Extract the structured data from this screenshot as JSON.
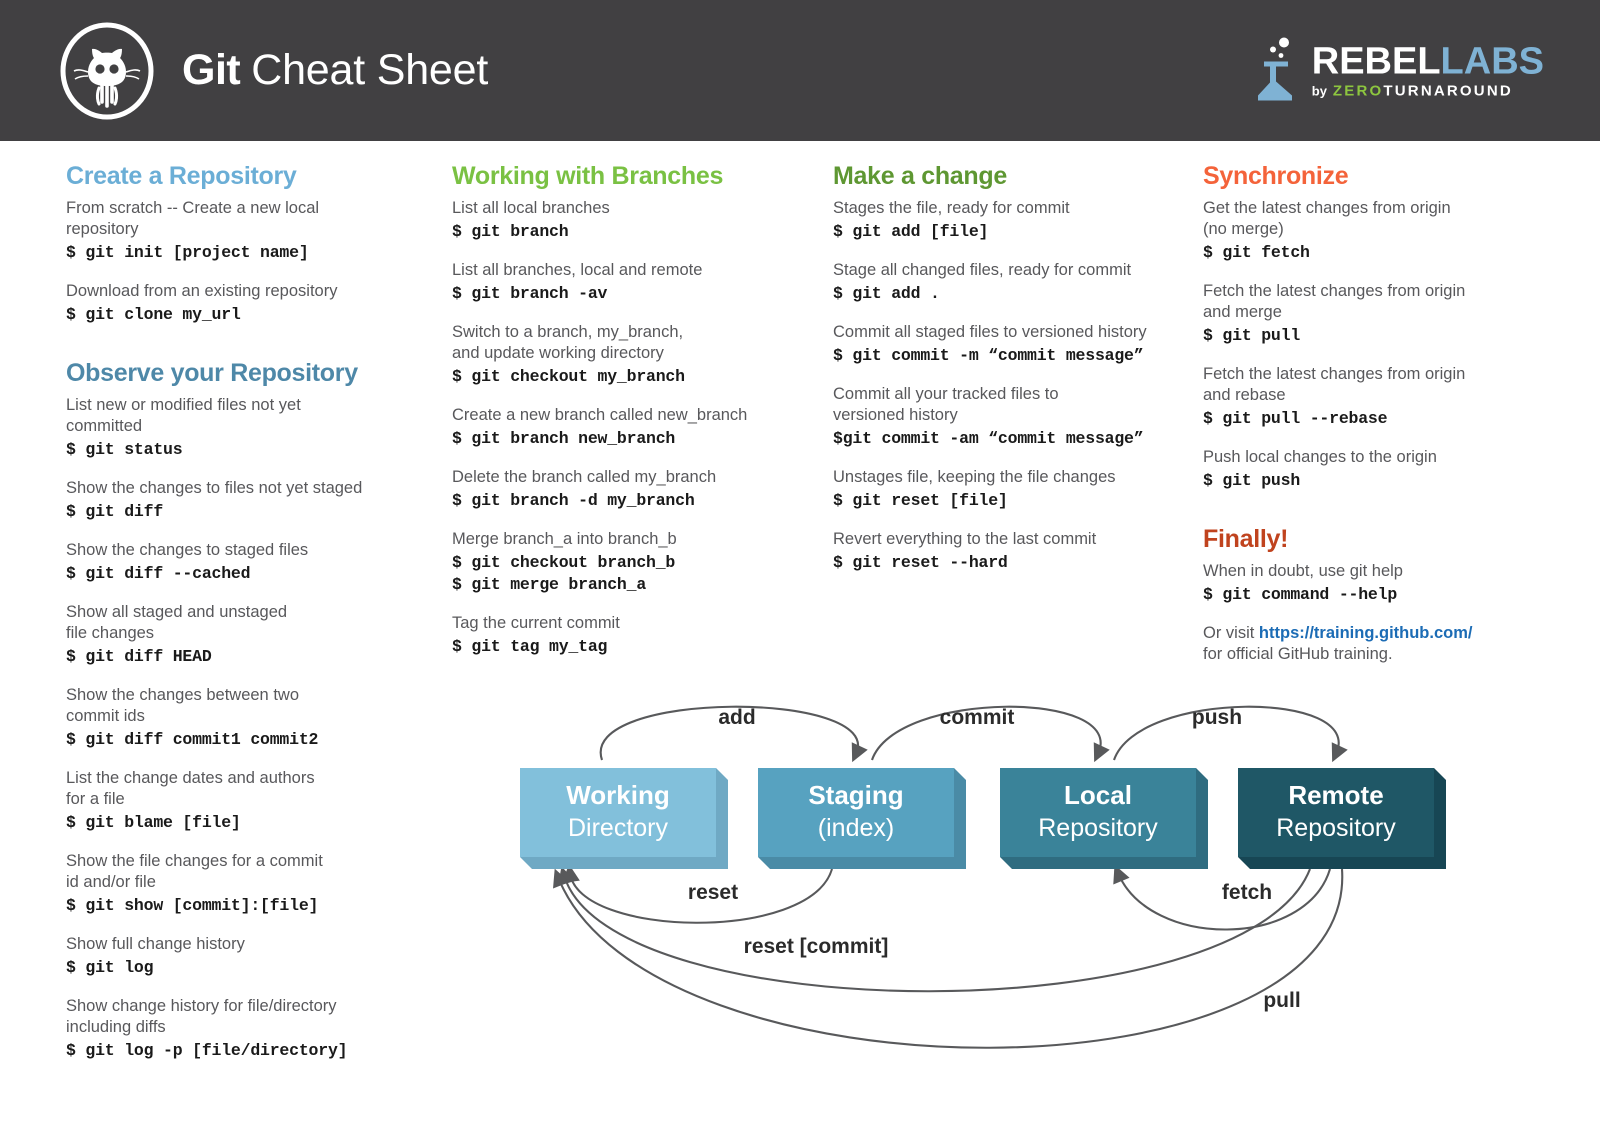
{
  "header": {
    "title_bold": "Git",
    "title_rest": "Cheat Sheet",
    "logo_icon": "octocat-icon",
    "brand": {
      "flask_icon": "flask-icon",
      "part1": "REBEL",
      "part2": "LABS",
      "by": "by",
      "zero": "ZERO",
      "turnaround": "TURNAROUND"
    },
    "bg_color": "#414042"
  },
  "colors": {
    "heading_create": "#6BAED6",
    "heading_observe": "#4E88A8",
    "heading_branches": "#7AC143",
    "heading_change": "#5E9732",
    "heading_sync": "#F4633A",
    "heading_finally": "#C0431E",
    "link": "#1C6CB5",
    "desc": "#58585B",
    "cmd": "#1A1A1A"
  },
  "columns": [
    {
      "sections": [
        {
          "title": "Create a Repository",
          "color_key": "heading_create",
          "entries": [
            {
              "desc": "From scratch -- Create a new local\nrepository",
              "cmds": [
                "$ git init [project name]"
              ]
            },
            {
              "desc": "Download from an existing repository",
              "cmds": [
                "$ git clone my_url"
              ]
            }
          ]
        },
        {
          "title": "Observe your Repository",
          "color_key": "heading_observe",
          "entries": [
            {
              "desc": "List new or modified files not yet\ncommitted",
              "cmds": [
                "$ git status"
              ]
            },
            {
              "desc": "Show the changes to files not yet staged",
              "cmds": [
                "$ git diff"
              ]
            },
            {
              "desc": "Show the changes to staged files",
              "cmds": [
                "$ git diff --cached"
              ]
            },
            {
              "desc": "Show all staged and unstaged\nfile changes",
              "cmds": [
                "$ git diff HEAD"
              ]
            },
            {
              "desc": "Show the changes between two\ncommit ids",
              "cmds": [
                "$ git diff commit1 commit2"
              ]
            },
            {
              "desc": "List the change dates and authors\nfor a file",
              "cmds": [
                "$ git blame [file]"
              ]
            },
            {
              "desc": "Show the file changes for a commit\nid and/or file",
              "cmds": [
                "$ git show [commit]:[file]"
              ]
            },
            {
              "desc": "Show full change history",
              "cmds": [
                "$ git log"
              ]
            },
            {
              "desc": "Show change history for file/directory\nincluding diffs",
              "cmds": [
                "$ git log -p [file/directory]"
              ]
            }
          ]
        }
      ]
    },
    {
      "sections": [
        {
          "title": "Working with Branches",
          "color_key": "heading_branches",
          "entries": [
            {
              "desc": "List all local branches",
              "cmds": [
                "$ git branch"
              ]
            },
            {
              "desc": "List all branches, local and remote",
              "cmds": [
                "$ git branch -av"
              ]
            },
            {
              "desc": "Switch to a branch, my_branch,\nand update working directory",
              "cmds": [
                "$ git checkout my_branch"
              ]
            },
            {
              "desc": "Create a new branch called new_branch",
              "cmds": [
                "$ git branch new_branch"
              ]
            },
            {
              "desc": "Delete the branch called my_branch",
              "cmds": [
                "$ git branch -d my_branch"
              ]
            },
            {
              "desc": "Merge branch_a into branch_b",
              "cmds": [
                "$ git checkout branch_b",
                "$ git merge branch_a"
              ]
            },
            {
              "desc": "Tag the current commit",
              "cmds": [
                "$ git tag my_tag"
              ]
            }
          ]
        }
      ]
    },
    {
      "sections": [
        {
          "title": "Make a change",
          "color_key": "heading_change",
          "entries": [
            {
              "desc": "Stages the file, ready for commit",
              "cmds": [
                "$ git add [file]"
              ]
            },
            {
              "desc": "Stage all changed files, ready for commit",
              "cmds": [
                "$ git add ."
              ]
            },
            {
              "desc": "Commit all staged files to versioned history",
              "cmds": [
                "$ git commit -m “commit message”"
              ]
            },
            {
              "desc": "Commit all your tracked files to\nversioned history",
              "cmds": [
                "$git commit -am “commit message”"
              ]
            },
            {
              "desc": "Unstages file, keeping the file changes",
              "cmds": [
                "$ git reset [file]"
              ]
            },
            {
              "desc": "Revert everything to the last commit",
              "cmds": [
                "$ git reset --hard"
              ]
            }
          ]
        }
      ]
    },
    {
      "sections": [
        {
          "title": "Synchronize",
          "color_key": "heading_sync",
          "entries": [
            {
              "desc": "Get the latest changes from origin\n(no merge)",
              "cmds": [
                "$ git fetch"
              ]
            },
            {
              "desc": "Fetch the latest changes from origin\nand merge",
              "cmds": [
                "$ git pull"
              ]
            },
            {
              "desc": "Fetch the latest changes from origin\nand rebase",
              "cmds": [
                "$ git pull --rebase"
              ]
            },
            {
              "desc": "Push local changes to the origin",
              "cmds": [
                "$ git push"
              ]
            }
          ]
        },
        {
          "title": "Finally!",
          "color_key": "heading_finally",
          "entries": [
            {
              "desc": "When in doubt, use git help",
              "cmds": [
                "$ git command --help"
              ]
            }
          ],
          "footer": {
            "before": "Or visit ",
            "link": "https://training.github.com/",
            "after": "\nfor official GitHub training."
          }
        }
      ]
    }
  ],
  "diagram": {
    "boxes": [
      {
        "name": "working-directory",
        "top": "Working",
        "bottom": "Directory",
        "fill": "#82C0DB",
        "side": "#6FA9C4"
      },
      {
        "name": "staging-index",
        "top": "Staging",
        "bottom": "(index)",
        "fill": "#57A2C0",
        "side": "#4A8BA6"
      },
      {
        "name": "local-repository",
        "top": "Local",
        "bottom": "Repository",
        "fill": "#3A8399",
        "side": "#2F6C80"
      },
      {
        "name": "remote-repository",
        "top": "Remote",
        "bottom": "Repository",
        "fill": "#1F5766",
        "side": "#174654"
      }
    ],
    "arrows": [
      {
        "name": "add",
        "label": "add"
      },
      {
        "name": "commit",
        "label": "commit"
      },
      {
        "name": "push",
        "label": "push"
      },
      {
        "name": "reset",
        "label": "reset"
      },
      {
        "name": "fetch",
        "label": "fetch"
      },
      {
        "name": "reset-commit",
        "label": "reset [commit]"
      },
      {
        "name": "pull",
        "label": "pull"
      }
    ],
    "line_color": "#58595B"
  }
}
